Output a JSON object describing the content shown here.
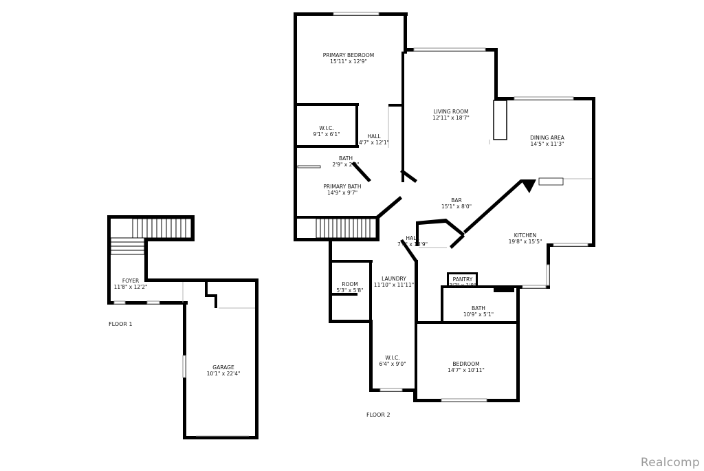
{
  "floor1": {
    "label": "FLOOR 1",
    "rooms": {
      "foyer": {
        "name": "FOYER",
        "dim": "11'8\" x 12'2\""
      },
      "garage": {
        "name": "GARAGE",
        "dim": "10'1\" x 22'4\""
      }
    }
  },
  "floor2": {
    "label": "FLOOR 2",
    "rooms": {
      "primary_bedroom": {
        "name": "PRIMARY BEDROOM",
        "dim": "15'11\" x 12'9\""
      },
      "wic_primary": {
        "name": "W.I.C.",
        "dim": "9'1\" x 6'1\""
      },
      "hall_upper": {
        "name": "HALL",
        "dim": "4'7\" x 12'1\""
      },
      "bath_small": {
        "name": "BATH",
        "dim": "2'9\" x 2'2\""
      },
      "primary_bath": {
        "name": "PRIMARY BATH",
        "dim": "14'9\" x 9'7\""
      },
      "living_room": {
        "name": "LIVING ROOM",
        "dim": "12'11\" x 18'7\""
      },
      "dining_area": {
        "name": "DINING AREA",
        "dim": "14'5\" x 11'3\""
      },
      "bar": {
        "name": "BAR",
        "dim": "15'1\" x 8'0\""
      },
      "kitchen": {
        "name": "KITCHEN",
        "dim": "19'8\" x 15'5\""
      },
      "hall_lower": {
        "name": "HALL",
        "dim": "7'4\" x 13'9\""
      },
      "room": {
        "name": "ROOM",
        "dim": "5'3\" x 5'8\""
      },
      "laundry": {
        "name": "LAUNDRY",
        "dim": "11'10\" x 11'11\""
      },
      "pantry": {
        "name": "PANTRY",
        "dim": "3'7\" x 1'8\""
      },
      "bath": {
        "name": "BATH",
        "dim": "10'9\" x 5'1\""
      },
      "wic_bedroom": {
        "name": "W.I.C.",
        "dim": "6'4\" x 9'0\""
      },
      "bedroom": {
        "name": "BEDROOM",
        "dim": "14'7\" x 10'11\""
      }
    }
  },
  "watermark": "Realcomp"
}
